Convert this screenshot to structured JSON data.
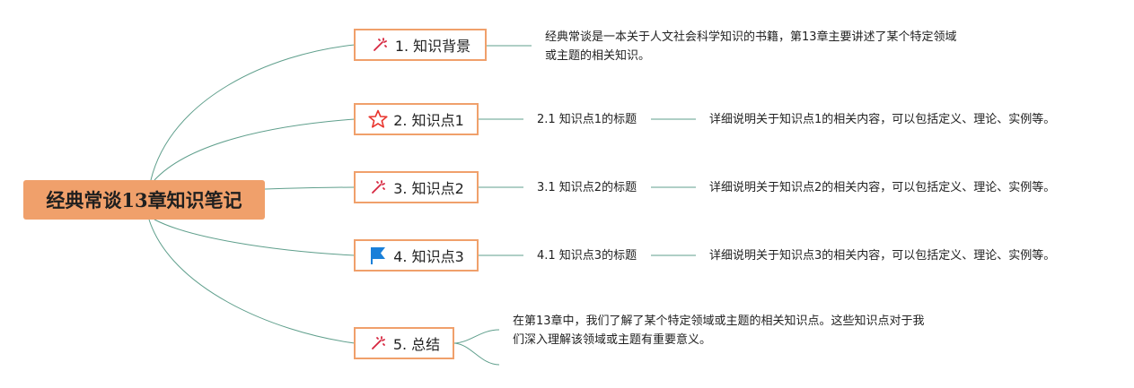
{
  "root": {
    "title": "经典常谈13章知识笔记"
  },
  "topics": [
    {
      "icon": "sparkle-icon",
      "label": "1. 知识背景",
      "note_lines": [
        "经典常谈是一本关于人文社会科学知识的书籍，第13章主要讲述了某个特定领域",
        "或主题的相关知识。"
      ]
    },
    {
      "icon": "star-icon",
      "label": "2. 知识点1",
      "sub": "2.1 知识点1的标题",
      "detail": "详细说明关于知识点1的相关内容，可以包括定义、理论、实例等。"
    },
    {
      "icon": "sparkle-icon",
      "label": "3. 知识点2",
      "sub": "3.1 知识点2的标题",
      "detail": "详细说明关于知识点2的相关内容，可以包括定义、理论、实例等。"
    },
    {
      "icon": "flag-icon",
      "label": "4. 知识点3",
      "sub": "4.1 知识点3的标题",
      "detail": "详细说明关于知识点3的相关内容，可以包括定义、理论、实例等。"
    },
    {
      "icon": "sparkle-icon",
      "label": "5. 总结",
      "note_lines": [
        "在第13章中，我们了解了某个特定领域或主题的相关知识点。这些知识点对于我",
        "们深入理解该领域或主题有重要意义。"
      ]
    }
  ],
  "colors": {
    "root_fill": "#f0a06b",
    "topic_border": "#f0a06b",
    "connector": "#5f9f8c",
    "star": "#e8352e",
    "flag": "#1a80d9",
    "sparkle": "#d6263f"
  }
}
